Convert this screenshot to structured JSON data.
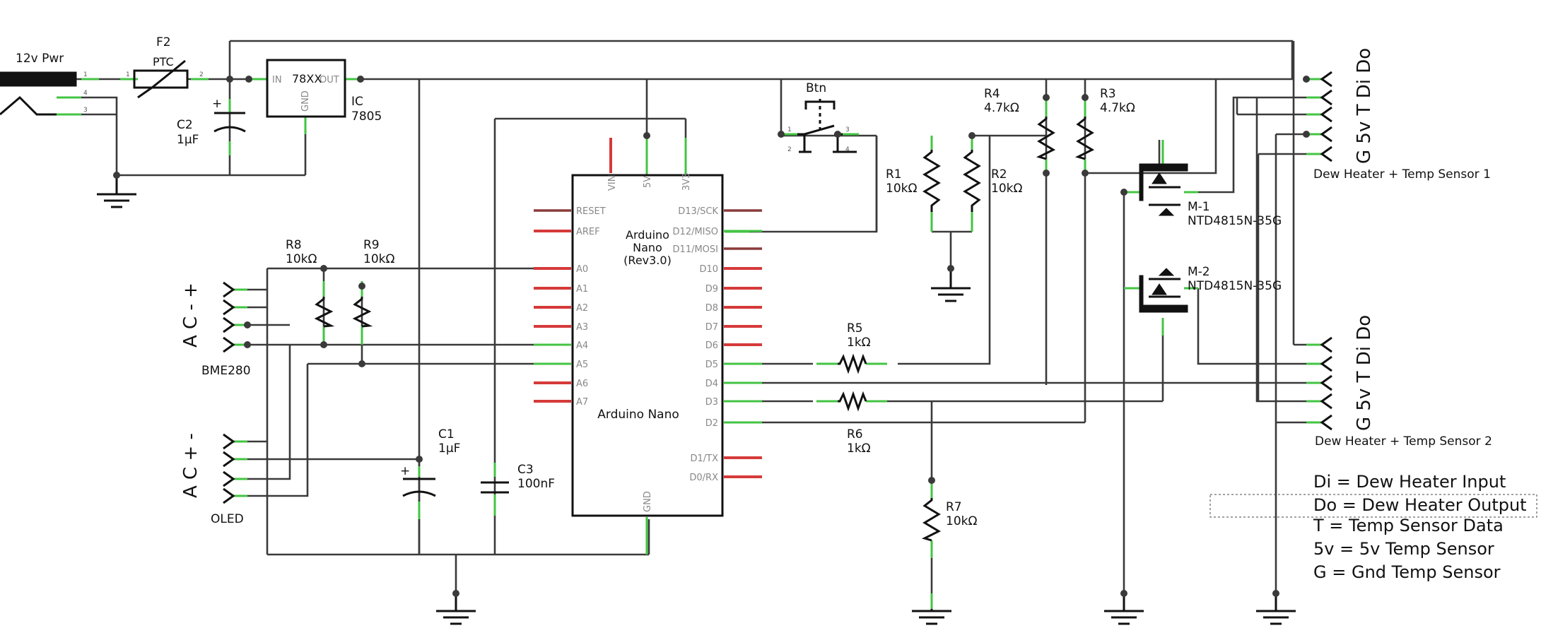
{
  "power": {
    "label": "12v Pwr"
  },
  "fuse": {
    "ref": "F2",
    "value": "PTC"
  },
  "regulator": {
    "ref": "IC",
    "value": "7805",
    "body": "78XX",
    "pin_in": "IN",
    "pin_out": "OUT",
    "pin_gnd": "GND"
  },
  "caps": {
    "c2": {
      "ref": "C2",
      "value": "1µF"
    },
    "c1": {
      "ref": "C1",
      "value": "1µF"
    },
    "c3": {
      "ref": "C3",
      "value": "100nF"
    }
  },
  "button": {
    "ref": "Btn"
  },
  "resistors": {
    "r1": {
      "ref": "R1",
      "value": "10kΩ"
    },
    "r2": {
      "ref": "R2",
      "value": "10kΩ"
    },
    "r3": {
      "ref": "R3",
      "value": "4.7kΩ"
    },
    "r4": {
      "ref": "R4",
      "value": "4.7kΩ"
    },
    "r5": {
      "ref": "R5",
      "value": "1kΩ"
    },
    "r6": {
      "ref": "R6",
      "value": "1kΩ"
    },
    "r7": {
      "ref": "R7",
      "value": "10kΩ"
    },
    "r8": {
      "ref": "R8",
      "value": "10kΩ"
    },
    "r9": {
      "ref": "R9",
      "value": "10kΩ"
    }
  },
  "mosfets": {
    "m1": {
      "ref": "M-1",
      "value": "NTD4815N-35G"
    },
    "m2": {
      "ref": "M-2",
      "value": "NTD4815N-35G"
    }
  },
  "arduino": {
    "title": "Arduino Nano",
    "center": [
      "Arduino",
      "Nano",
      "(Rev3.0)"
    ],
    "top_pins": [
      "VIN",
      "5V",
      "3V3"
    ],
    "left_pins": [
      "RESET",
      "AREF",
      "A0",
      "A1",
      "A2",
      "A3",
      "A4",
      "A5",
      "A6",
      "A7"
    ],
    "right_pins": [
      "D13/SCK",
      "D12/MISO",
      "D11/MOSI",
      "D10",
      "D9",
      "D8",
      "D7",
      "D6",
      "D5",
      "D4",
      "D3",
      "D2",
      "D1/TX",
      "D0/RX"
    ],
    "bottom_pin": "GND"
  },
  "connectors": {
    "bme": {
      "pins": "A C - +",
      "label": "BME280"
    },
    "oled": {
      "pins": "A C + -",
      "label": "OLED"
    },
    "dew1": {
      "pins": "G 5v T Di Do",
      "label": "Dew Heater + Temp Sensor 1"
    },
    "dew2": {
      "pins": "G 5v T Di Do",
      "label": "Dew Heater + Temp Sensor 2"
    }
  },
  "legend": [
    "Di = Dew Heater Input",
    "Do = Dew Heater Output",
    "T = Temp Sensor Data",
    "5v = 5v Temp Sensor",
    "G = Gnd Temp Sensor"
  ]
}
